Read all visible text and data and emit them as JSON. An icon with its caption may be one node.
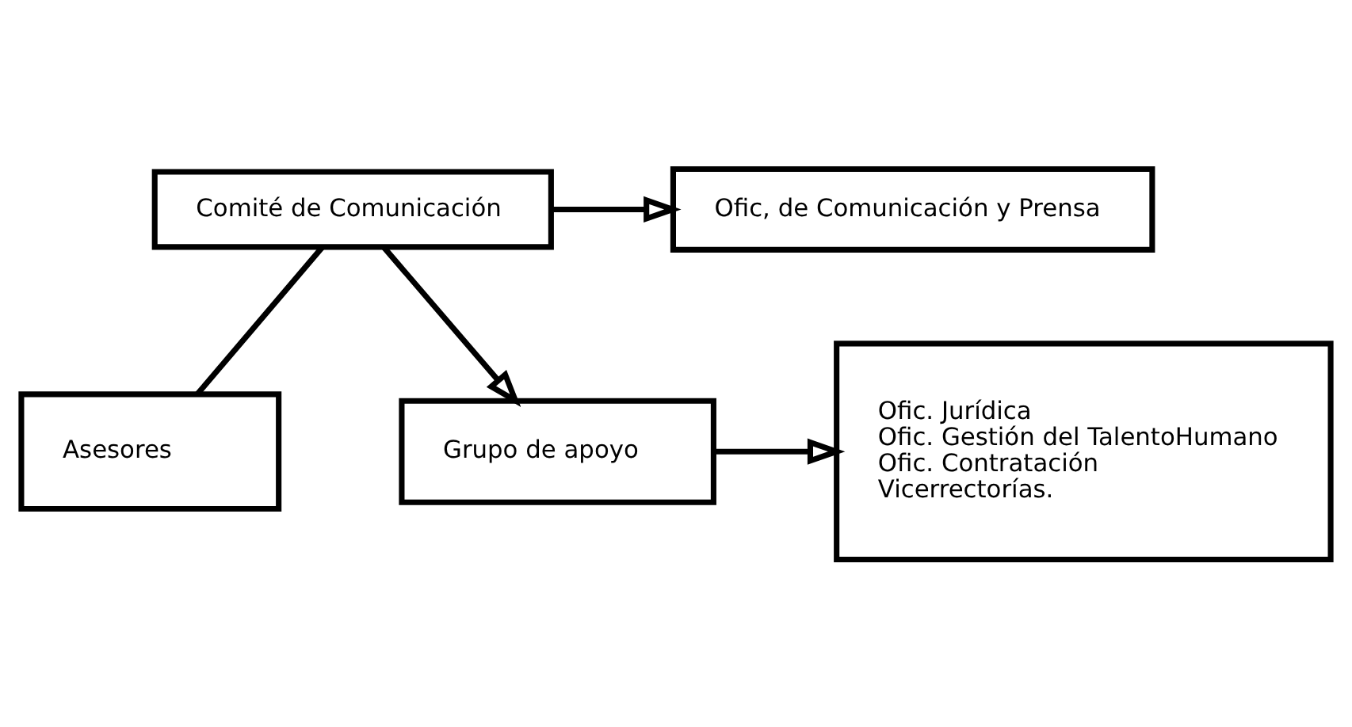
{
  "diagram": {
    "nodes": [
      {
        "text": [
          "Comité de Comunicación"
        ]
      },
      {
        "text": [
          "Ofic, de Comunicación y Prensa"
        ]
      },
      {
        "text": [
          "Asesores"
        ]
      },
      {
        "text": [
          "Grupo de apoyo"
        ]
      },
      {
        "text": [
          "Ofic. Jurídica",
          "Ofic. Gestión del TalentoHumano",
          "Ofic. Contratación",
          "Vicerrectorías."
        ]
      }
    ],
    "edges": [
      {
        "from": 2,
        "to": 0,
        "arrow": "none"
      },
      {
        "from": 0,
        "to": 1,
        "arrow": "to"
      },
      {
        "from": 0,
        "to": 3,
        "arrow": "to"
      },
      {
        "from": 3,
        "to": 4,
        "arrow": "to"
      }
    ]
  }
}
